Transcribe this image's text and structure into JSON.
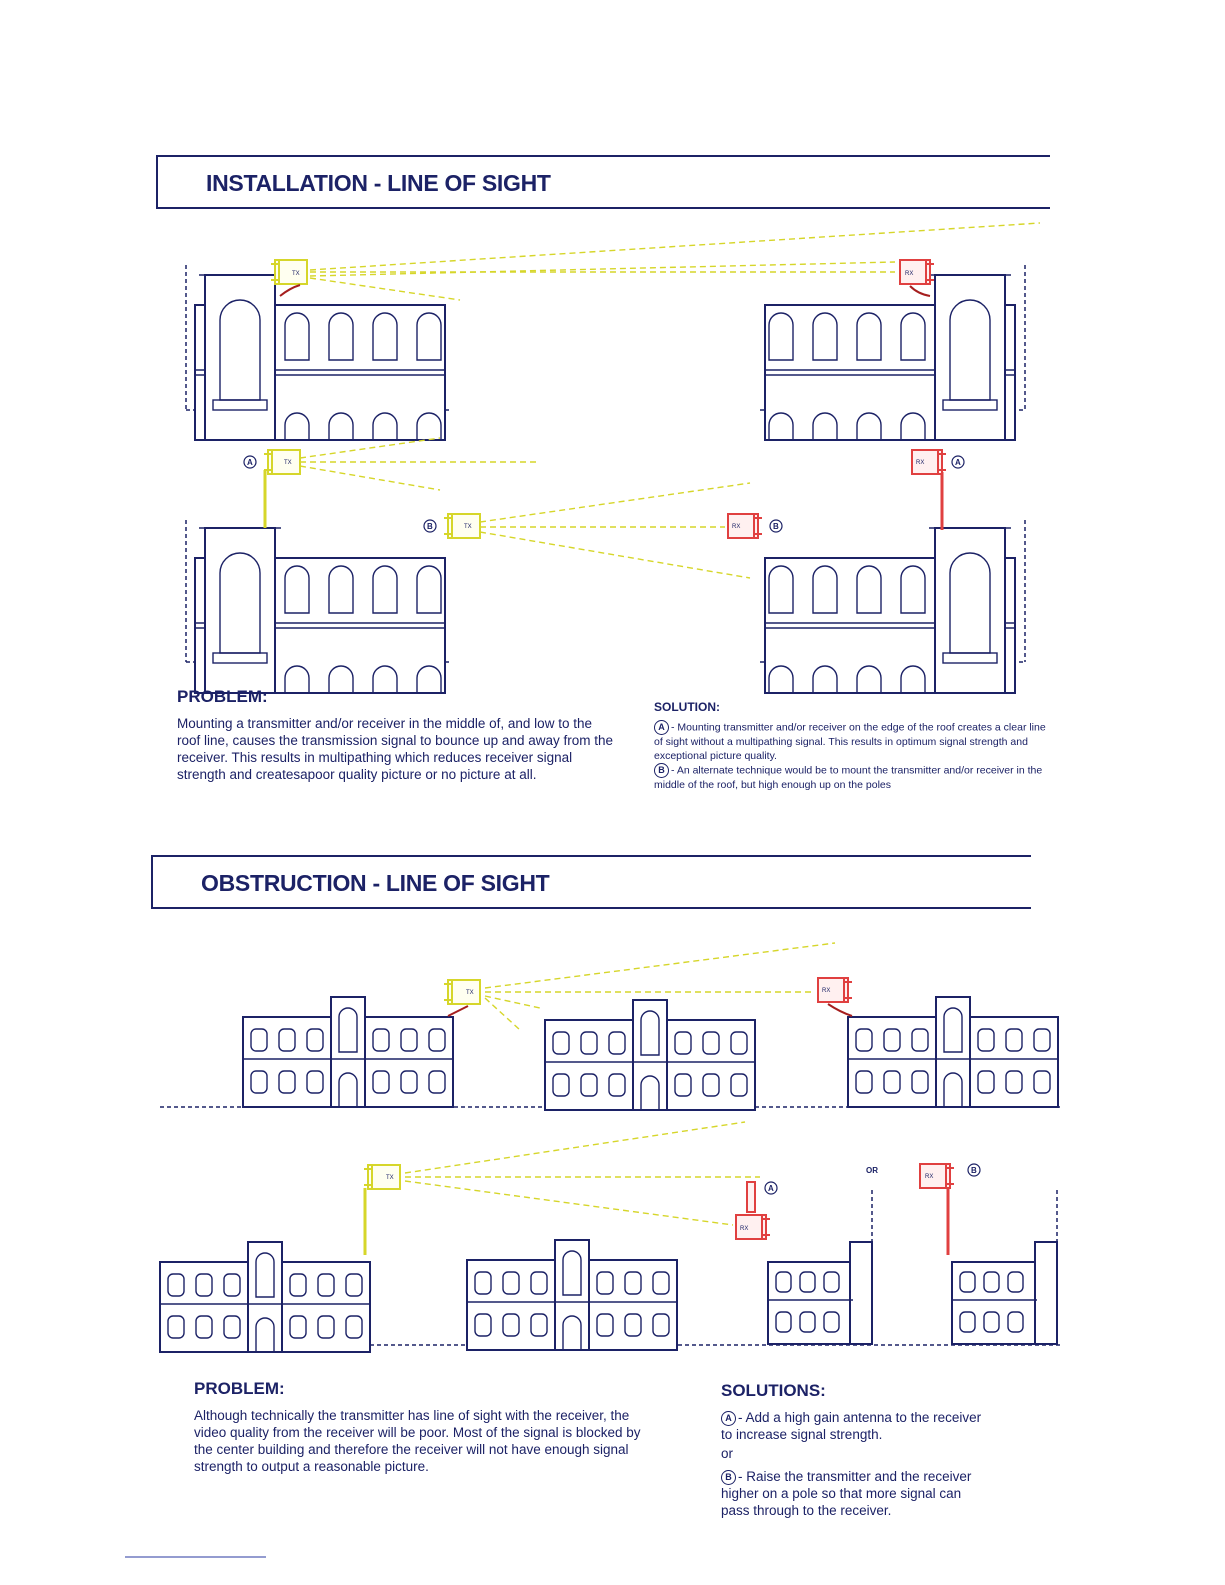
{
  "section1": {
    "title": "INSTALLATION - LINE OF SIGHT",
    "problem_heading": "PROBLEM:",
    "problem_text": "Mounting a transmitter and/or receiver in the middle of, and low to the roof line, causes the transmission signal to bounce up and away from the receiver. This results in multipathing which reduces receiver signal strength and createsapoor quality picture or no picture at all.",
    "solution_heading": "SOLUTION:",
    "solution_a_marker": "A",
    "solution_a_text": "- Mounting transmitter and/or receiver on the edge of the roof creates a clear line of sight without a multipathing signal. This results in optimum signal strength and exceptional picture quality.",
    "solution_b_marker": "B",
    "solution_b_text": "- An alternate technique would be to mount the transmitter and/or receiver in the middle of the roof, but high enough up on the poles"
  },
  "section2": {
    "title": "OBSTRUCTION - LINE OF SIGHT",
    "problem_heading": "PROBLEM:",
    "problem_text": "Although technically the transmitter has line of sight with the receiver, the video quality from the receiver will be poor. Most of the signal is blocked by the center building and therefore the receiver will not have enough signal strength to output a reasonable picture.",
    "solutions_heading": "SOLUTIONS:",
    "solution_a_marker": "A",
    "solution_a_text": "- Add a high gain antenna to the receiver to increase signal strength.",
    "or_text": "or",
    "solution_b_marker": "B",
    "solution_b_text": "- Raise the transmitter and the receiver higher on a pole so that more signal can pass through to the receiver."
  },
  "diagram_labels": {
    "tx": "TX",
    "rx": "RX",
    "a": "A",
    "b": "B",
    "or": "OR"
  },
  "colors": {
    "ink": "#1c2266",
    "transmitter": "#d6d62a",
    "receiver": "#e04040"
  }
}
